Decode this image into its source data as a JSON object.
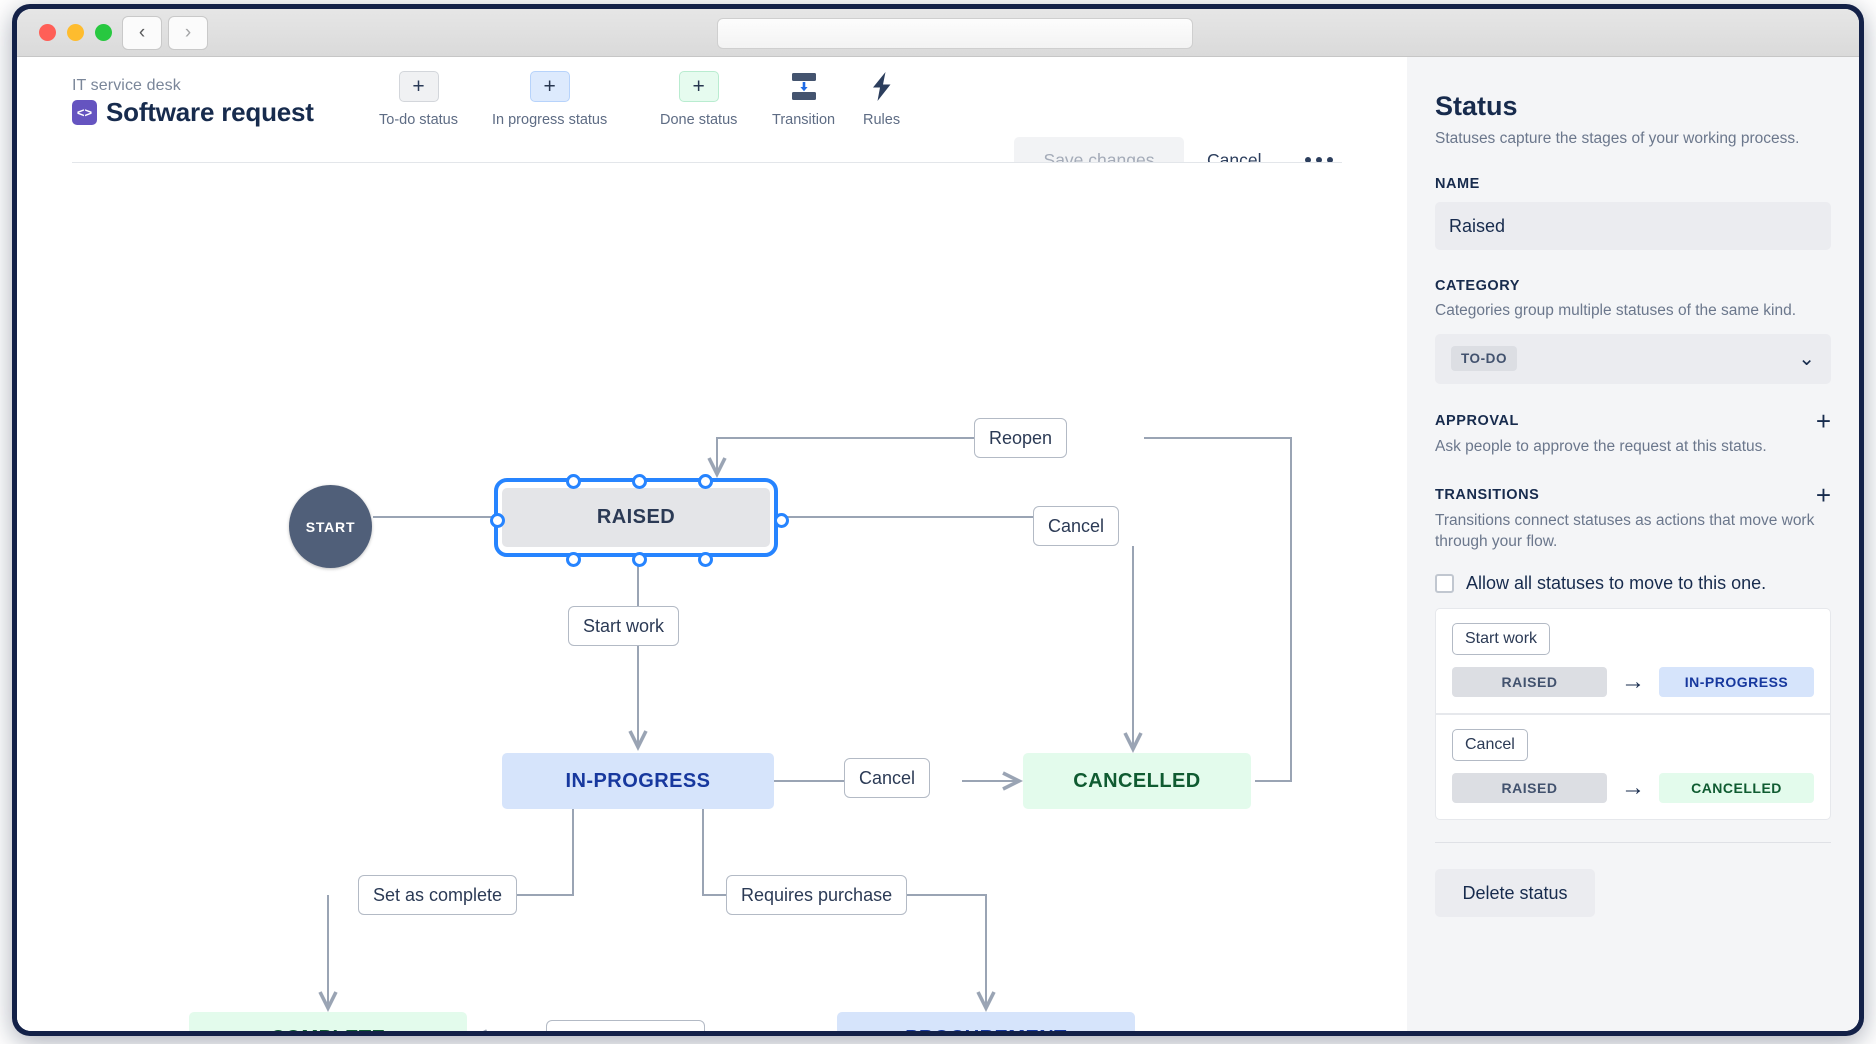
{
  "window": {
    "traffic_lights": [
      "close",
      "minimize",
      "zoom"
    ],
    "back_icon": "‹",
    "forward_icon": "›",
    "address_value": ""
  },
  "header": {
    "breadcrumb": "IT service desk",
    "project_icon_glyph": "<>",
    "title": "Software request",
    "tools": [
      {
        "label": "To-do status",
        "glyph": "+",
        "name": "add-todo-status"
      },
      {
        "label": "In progress status",
        "glyph": "+",
        "name": "add-in-progress-status"
      },
      {
        "label": "Done status",
        "glyph": "+",
        "name": "add-done-status"
      },
      {
        "label": "Transition",
        "glyph": "transition-icon",
        "name": "add-transition"
      },
      {
        "label": "Rules",
        "glyph": "lightning-icon",
        "name": "rules"
      }
    ],
    "save_label": "Save changes",
    "cancel_label": "Cancel",
    "more_label": "•••"
  },
  "canvas": {
    "nodes": [
      {
        "id": "start",
        "label": "START",
        "type": "start"
      },
      {
        "id": "raised",
        "label": "RAISED",
        "category": "to-do",
        "selected": true
      },
      {
        "id": "in_progress",
        "label": "IN-PROGRESS",
        "category": "in-progress"
      },
      {
        "id": "cancelled",
        "label": "CANCELLED",
        "category": "done"
      },
      {
        "id": "complete",
        "label": "COMPLETE",
        "category": "done"
      },
      {
        "id": "procurement",
        "label": "PROCUREMENT",
        "category": "in-progress"
      }
    ],
    "edges": [
      {
        "label": "Reopen",
        "from": "cancelled",
        "to": "raised"
      },
      {
        "label": "Cancel",
        "from": "raised",
        "to": "cancelled"
      },
      {
        "label": "Start work",
        "from": "raised",
        "to": "in_progress"
      },
      {
        "label": "Cancel",
        "from": "in_progress",
        "to": "cancelled"
      },
      {
        "label": "Set as complete",
        "from": "in_progress",
        "to": "complete"
      },
      {
        "label": "Requires purchase",
        "from": "in_progress",
        "to": "procurement"
      },
      {
        "label": "Set as complete",
        "from": "procurement",
        "to": "complete"
      }
    ]
  },
  "sidebar": {
    "title": "Status",
    "subtitle": "Statuses capture the stages of your working process.",
    "name_label": "NAME",
    "name_value": "Raised",
    "category_label": "CATEGORY",
    "category_help": "Categories group multiple statuses of the same kind.",
    "category_value": "TO-DO",
    "category_chevron": "⌄",
    "approval_label": "APPROVAL",
    "approval_add": "+",
    "approval_help": "Ask people to approve the request at this status.",
    "transitions_label": "TRANSITIONS",
    "transitions_add": "+",
    "transitions_help": "Transitions connect statuses as actions that move work through your flow.",
    "allow_all_label": "Allow all statuses to move to this one.",
    "allow_all_checked": false,
    "transitions": [
      {
        "name": "Start work",
        "from": "RAISED",
        "from_category": "to-do",
        "to": "IN-PROGRESS",
        "to_category": "in-progress",
        "arrow": "→"
      },
      {
        "name": "Cancel",
        "from": "RAISED",
        "from_category": "to-do",
        "to": "CANCELLED",
        "to_category": "done",
        "arrow": "→"
      }
    ],
    "delete_label": "Delete status"
  },
  "colors": {
    "accent_blue": "#2684ff",
    "todo_bg": "#e4e5e8",
    "inprogress_bg": "#d6e4fb",
    "inprogress_text": "#17389e",
    "done_bg": "#e3fbec",
    "done_text": "#0f5b31",
    "start_node": "#505f79",
    "frame": "#132148"
  }
}
